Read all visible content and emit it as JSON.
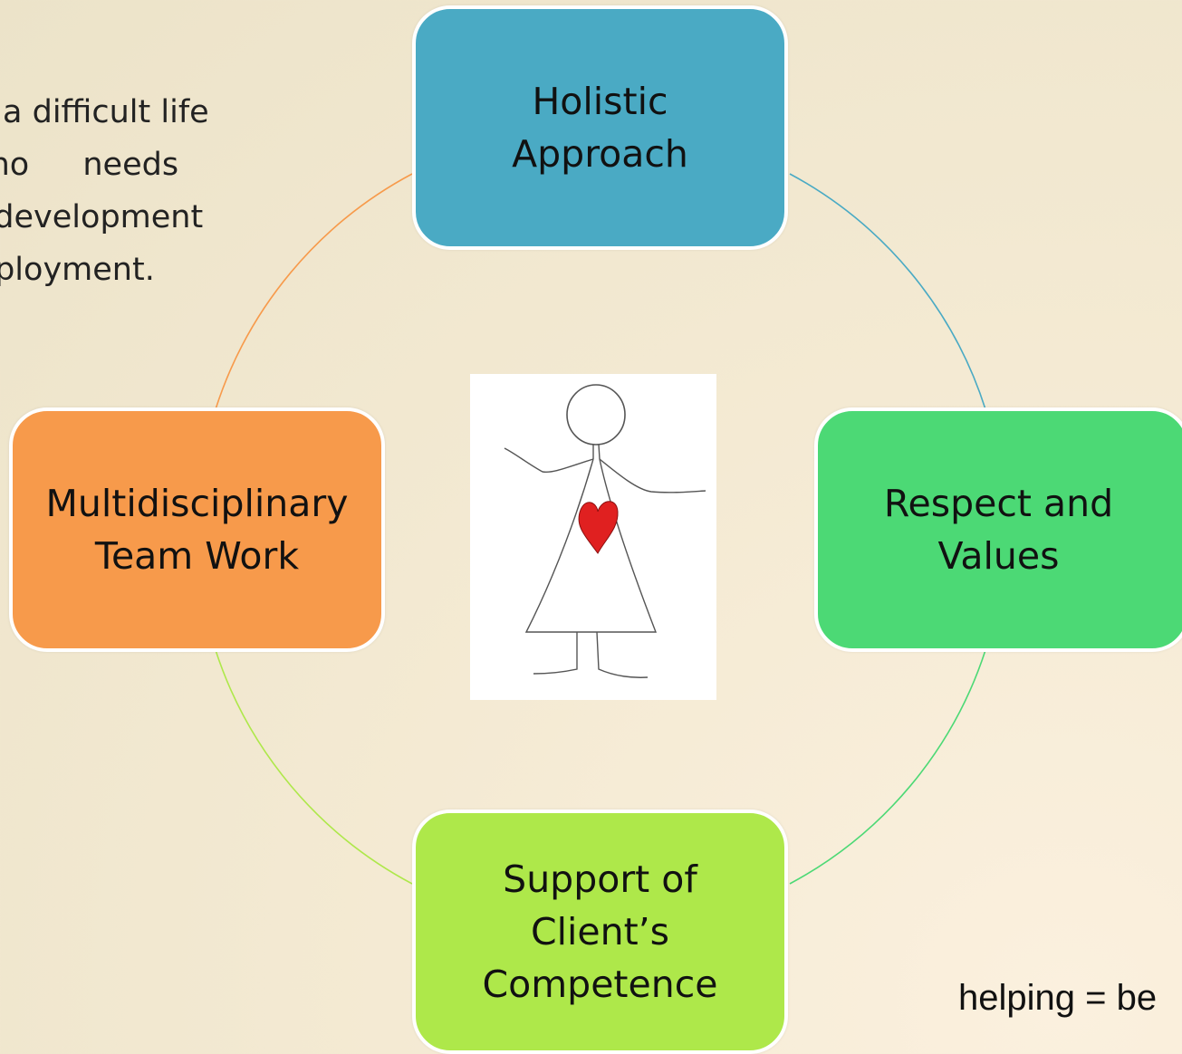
{
  "side_text": {
    "lines": [
      "in a difficult life",
      "who needs",
      "n development",
      "mployment."
    ]
  },
  "nodes": {
    "top": {
      "lines": [
        "Holistic",
        "Approach"
      ],
      "color": "#4aaac4"
    },
    "right": {
      "lines": [
        "Respect and",
        "Values"
      ],
      "color": "#4cd975"
    },
    "bottom": {
      "lines": [
        "Support of",
        "Client’s",
        "Competence"
      ],
      "color": "#aee84a"
    },
    "left": {
      "lines": [
        "Multidisciplinary",
        "Team Work"
      ],
      "color": "#f79a4b"
    }
  },
  "ring_colors": {
    "top_right": "#4aaac4",
    "right_bottom": "#4cd975",
    "bottom_left": "#aee84a",
    "left_top": "#f79a4b"
  },
  "center_image": {
    "icon": "stick-figure-with-heart-icon",
    "heart_color": "#e02020"
  },
  "footer": {
    "text": "helping = be"
  }
}
